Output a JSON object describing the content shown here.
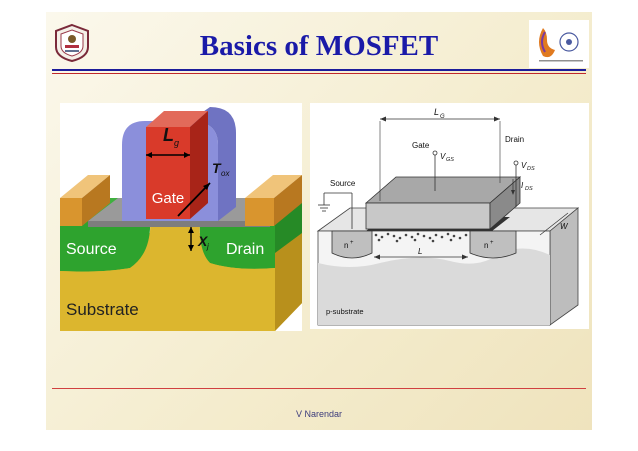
{
  "slide": {
    "title": "Basics of MOSFET",
    "footer": "V Narendar"
  },
  "figure_left": {
    "gate": "Gate",
    "source": "Source",
    "drain": "Drain",
    "substrate": "Substrate",
    "lg": "L",
    "lg_sub": "g",
    "tox": "T",
    "tox_sub": "ox",
    "xj": "X",
    "xj_sub": "j"
  },
  "figure_right": {
    "lg": "L",
    "lg_sub": "G",
    "gate": "Gate",
    "vgs": "V",
    "vgs_sub": "GS",
    "drain": "Drain",
    "vds": "V",
    "vds_sub": "DS",
    "ids": "I",
    "ids_sub": "DS",
    "source": "Source",
    "n_plus": "n",
    "plus": "+",
    "l": "L",
    "w": "W",
    "substrate": "p-substrate"
  },
  "colors": {
    "title": "#1a1aa8",
    "gate_red": "#d93a2a",
    "oxide_blue": "#8b8fdb",
    "doped_green": "#2ea32e",
    "substrate_yellow": "#d9b22c"
  }
}
